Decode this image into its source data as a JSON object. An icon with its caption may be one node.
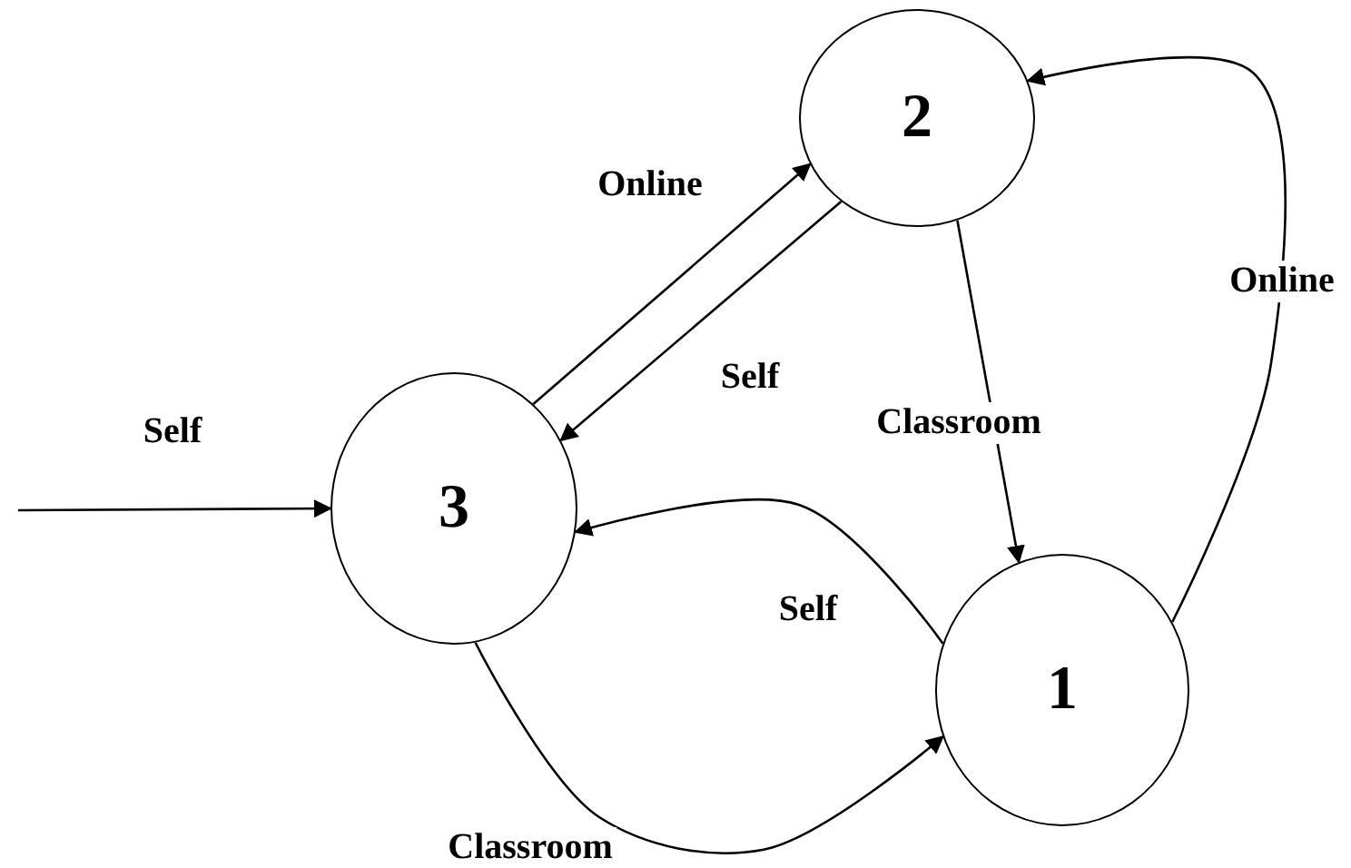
{
  "diagram": {
    "nodes": [
      {
        "text": [
          "2"
        ]
      },
      {
        "text": [
          "3"
        ]
      },
      {
        "text": [
          "1"
        ]
      }
    ],
    "edges": [
      {
        "from": null,
        "to": 1,
        "arrow": "to",
        "label": "Self"
      },
      {
        "from": 1,
        "to": 0,
        "arrow": "to",
        "label": "Online"
      },
      {
        "from": 0,
        "to": 1,
        "arrow": "to",
        "label": "Self"
      },
      {
        "from": 0,
        "to": 2,
        "arrow": "to",
        "label": "Classroom"
      },
      {
        "from": 2,
        "to": 1,
        "arrow": "to",
        "label": "Self"
      },
      {
        "from": 1,
        "to": 2,
        "arrow": "to",
        "label": "Classroom"
      },
      {
        "from": 2,
        "to": 0,
        "arrow": "to",
        "label": "Online"
      }
    ]
  }
}
